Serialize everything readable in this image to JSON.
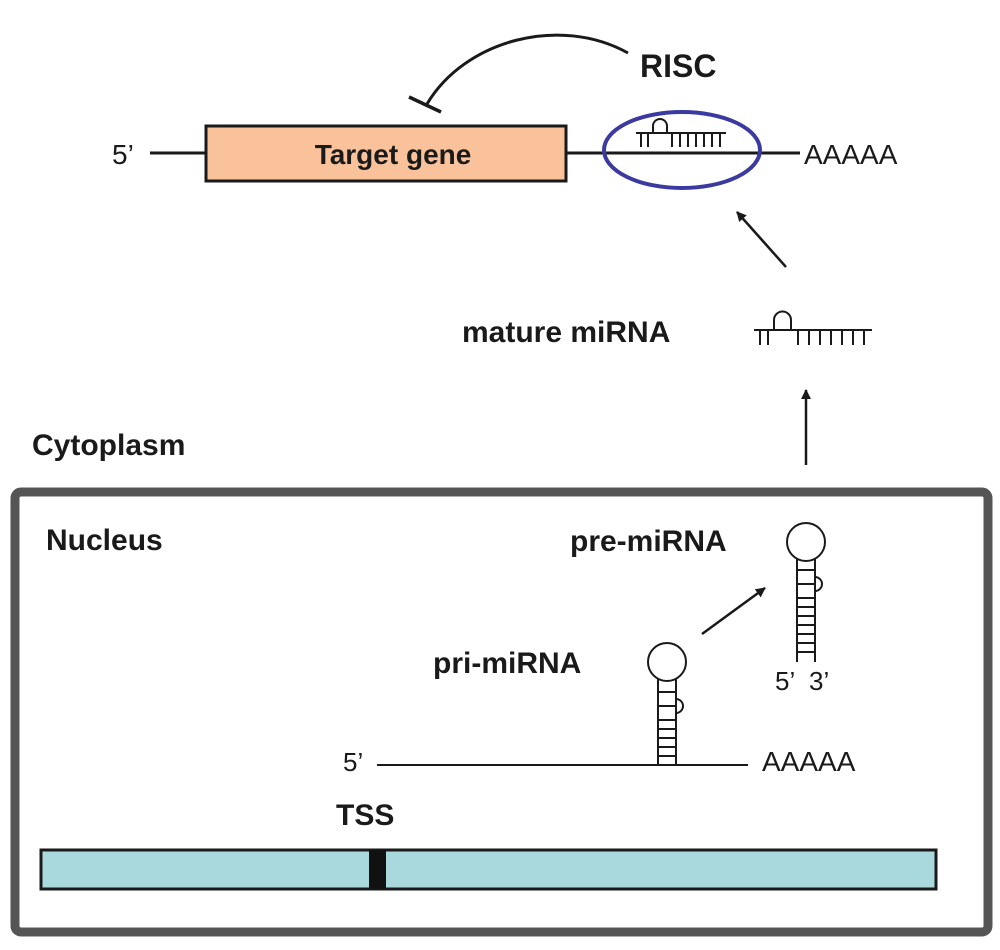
{
  "target": {
    "five_prime": "5’",
    "gene_label": "Target gene",
    "poly_a": "AAAAA",
    "risc_label": "RISC"
  },
  "mature_label": "mature miRNA",
  "cytoplasm_label": "Cytoplasm",
  "nucleus": {
    "label": "Nucleus",
    "pre_label": "pre-miRNA",
    "pre_five": "5’",
    "pre_three": "3’",
    "pri_label": "pri-miRNA",
    "pri_five": "5’",
    "pri_poly_a": "AAAAA",
    "tss_label": "TSS"
  },
  "colors": {
    "gene_fill": "#f9c29a",
    "risc_ellipse": "#3b3aa0",
    "dna_fill": "#a9d9dc",
    "nucleus_border": "#555555",
    "line": "#1a1a1a"
  }
}
